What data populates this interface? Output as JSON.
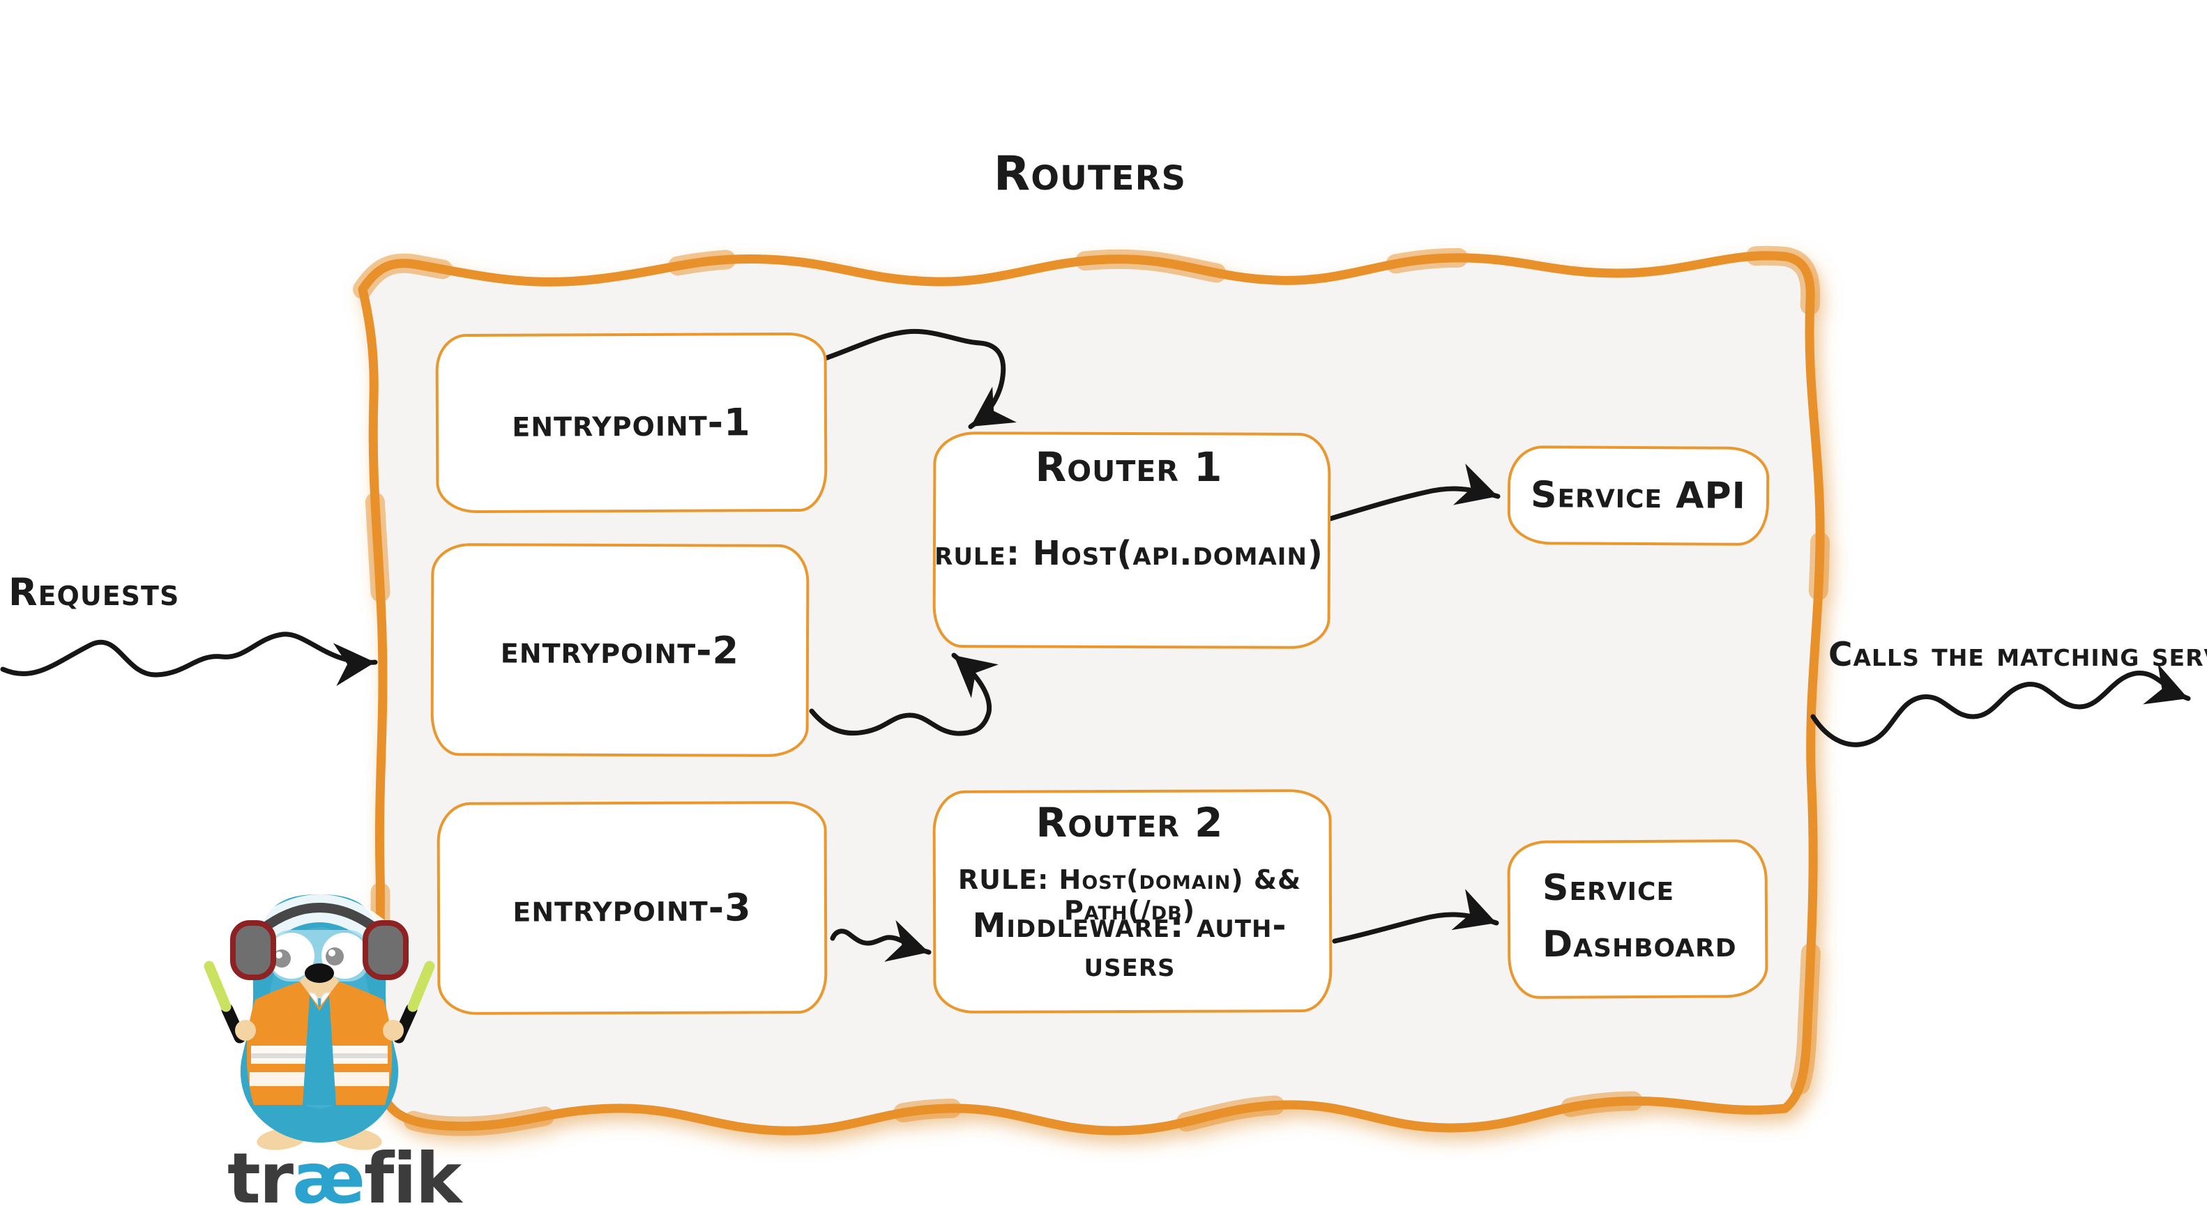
{
  "title": "Routers",
  "flow": {
    "incoming_label": "Requests",
    "outgoing_label": "Calls the matching server"
  },
  "entrypoints": [
    {
      "label": "entrypoint-1"
    },
    {
      "label": "entrypoint-2"
    },
    {
      "label": "entrypoint-3"
    }
  ],
  "routers": [
    {
      "title": "Router 1",
      "rule": "rule: Host(api.domain)"
    },
    {
      "title": "Router 2",
      "rule": "RULE: Host(domain) && Path(/db)",
      "middleware": "Middleware: auth-users"
    }
  ],
  "services": [
    {
      "label": "Service API"
    },
    {
      "label": "Service Dashboard"
    }
  ],
  "brand": {
    "wordmark_pre": "tr",
    "wordmark_ae": "æ",
    "wordmark_post": "fik",
    "mascot": "traefik-gopher"
  },
  "colors": {
    "accent_orange": "#e8912b",
    "box_border_orange": "#e9982f",
    "panel_fill": "#f5f4f2",
    "ink": "#1b1b1b",
    "brand_teal": "#2ba3ce",
    "gopher_teal": "#35a7c9",
    "vest_orange": "#ef9227",
    "stick_green": "#c9e260"
  }
}
